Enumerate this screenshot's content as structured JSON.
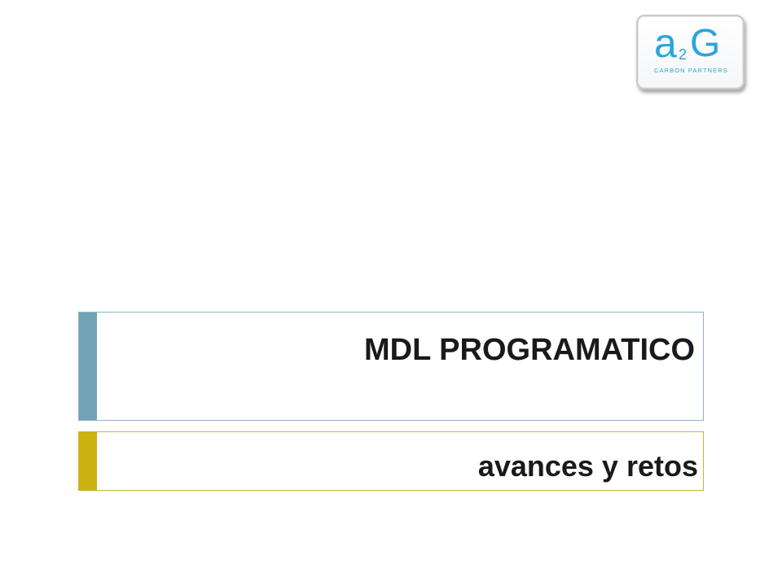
{
  "logo": {
    "letter_a": "a",
    "digit_2": "2",
    "letter_g": "G",
    "tagline": "CARBON PARTNERS",
    "color": "#2aa5dc"
  },
  "slide": {
    "title": "MDL PROGRAMATICO",
    "subtitle": "avances y retos",
    "title_accent_color": "#6fa3b5",
    "subtitle_accent_color": "#cbb20f"
  }
}
